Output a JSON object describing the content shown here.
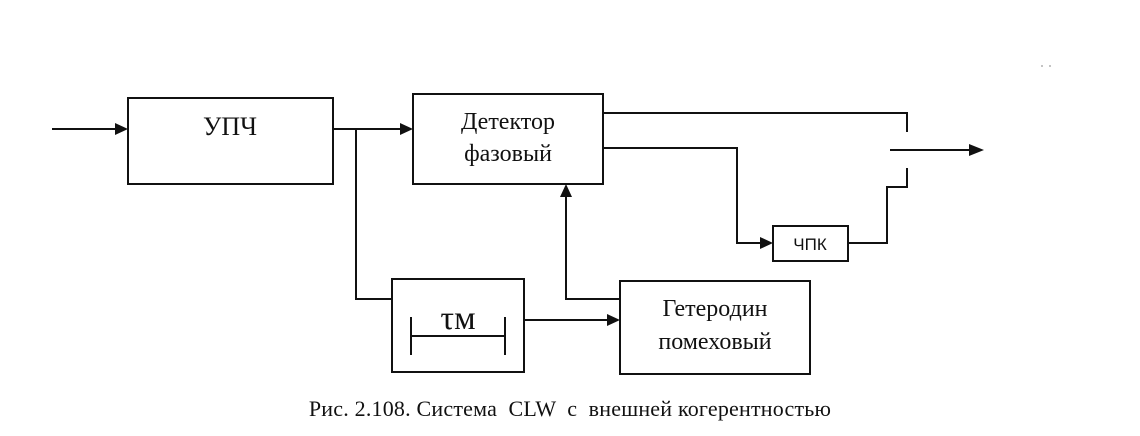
{
  "blocks": {
    "upch": {
      "label": "УПЧ"
    },
    "detector": {
      "line1": "Детектор",
      "line2": "фазовый"
    },
    "chpk": {
      "label": "ЧПК"
    },
    "delay": {
      "label": "τм"
    },
    "heterodyne": {
      "line1": "Гетеродин",
      "line2": "помеховый"
    }
  },
  "caption": "Рис. 2.108. Система  CLW  с  внешней когерентностью",
  "colors": {
    "line": "#111111",
    "background": "#ffffff"
  }
}
